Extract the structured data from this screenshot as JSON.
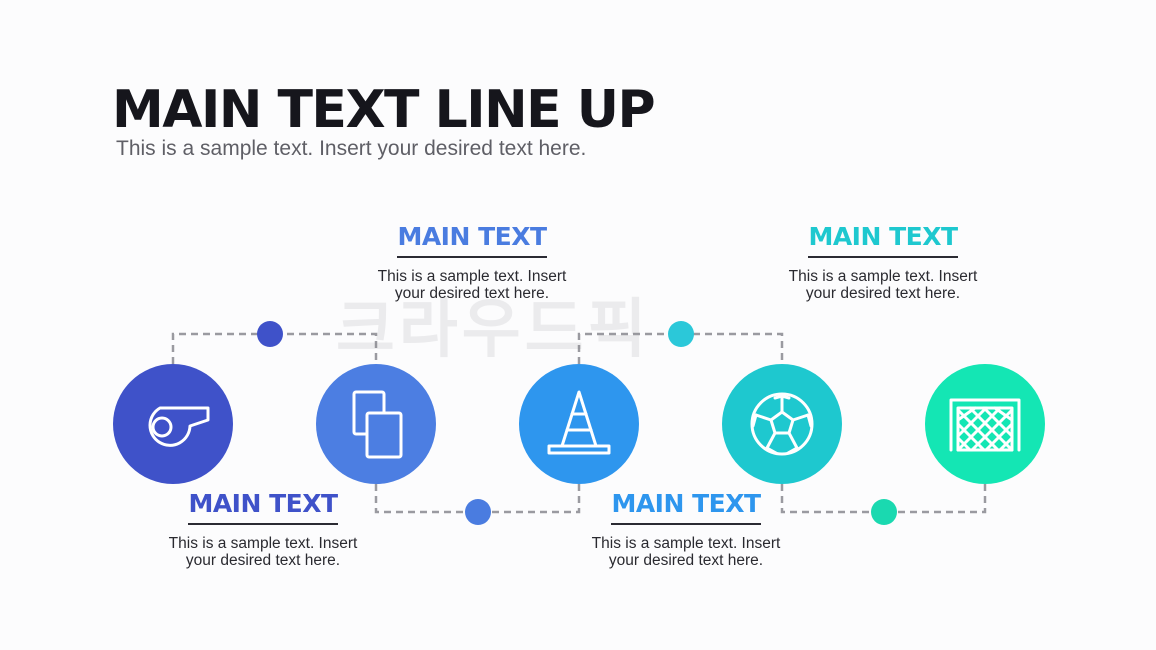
{
  "header": {
    "title": "MAIN TEXT LINE UP",
    "subtitle": "This is a sample text. Insert your desired text here."
  },
  "steps": [
    {
      "icon": "whistle-icon",
      "color": "#3f52c9",
      "dot_color": "#3f52c9"
    },
    {
      "icon": "cards-icon",
      "color": "#4c7ee2",
      "dot_color": "#4a7ce0"
    },
    {
      "icon": "traffic-cone-icon",
      "color": "#2e96ee",
      "dot_color": "#2bc8d9"
    },
    {
      "icon": "soccer-ball-icon",
      "color": "#1ec8cf",
      "dot_color": "#1ad9b0"
    },
    {
      "icon": "goal-net-icon",
      "color": "#14e6b4"
    }
  ],
  "labels": [
    {
      "heading": "MAIN TEXT",
      "text": "This is a sample text. Insert\nyour desired text here.",
      "color": "#3f52c9"
    },
    {
      "heading": "MAIN TEXT",
      "text": "This is a sample text. Insert\nyour desired text here.",
      "color": "#4a7ce0"
    },
    {
      "heading": "MAIN TEXT",
      "text": "This is a sample text. Insert\nyour desired text here.",
      "color": "#2e96ee"
    },
    {
      "heading": "MAIN TEXT",
      "text": "This is a sample text. Insert\nyour desired text here.",
      "color": "#1ec8cf"
    }
  ],
  "watermark": "크라우드픽"
}
